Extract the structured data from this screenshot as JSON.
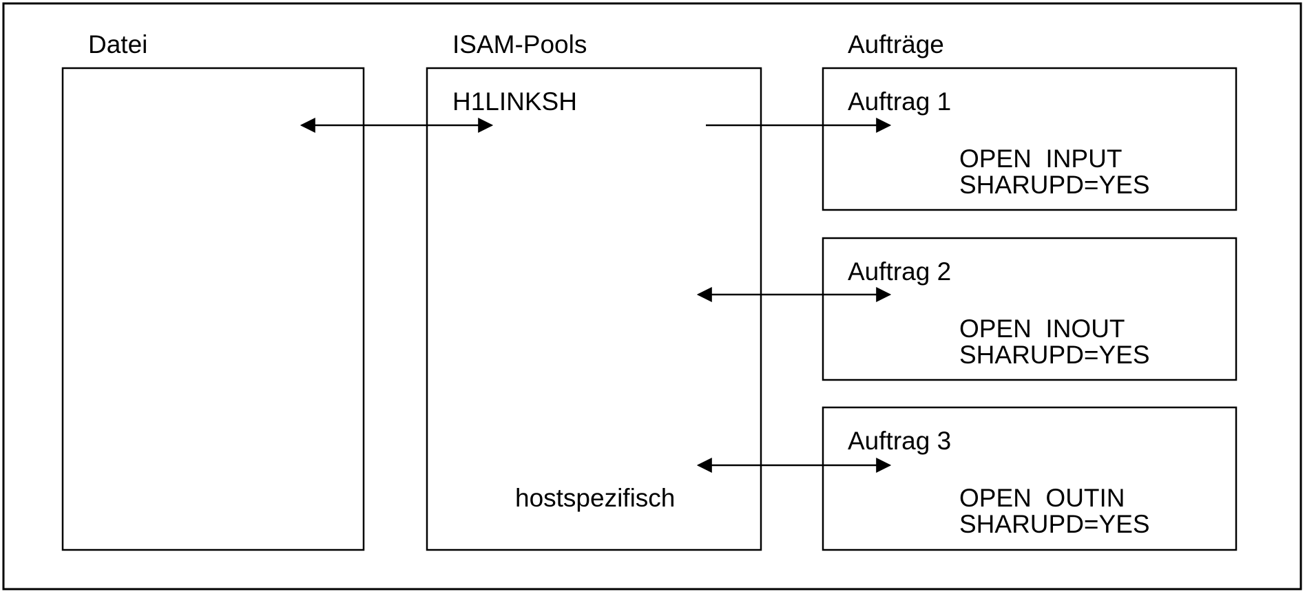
{
  "headings": {
    "file": "Datei",
    "pools": "ISAM-Pools",
    "jobs": "Aufträge"
  },
  "pool": {
    "name": "H1LINKSH",
    "host_label": "hostspezifisch"
  },
  "jobs": [
    {
      "title": "Auftrag 1",
      "open": "OPEN  INPUT",
      "sharupd": "SHARUPD=YES"
    },
    {
      "title": "Auftrag 2",
      "open": "OPEN  INOUT",
      "sharupd": "SHARUPD=YES"
    },
    {
      "title": "Auftrag 3",
      "open": "OPEN  OUTIN",
      "sharupd": "SHARUPD=YES"
    }
  ]
}
